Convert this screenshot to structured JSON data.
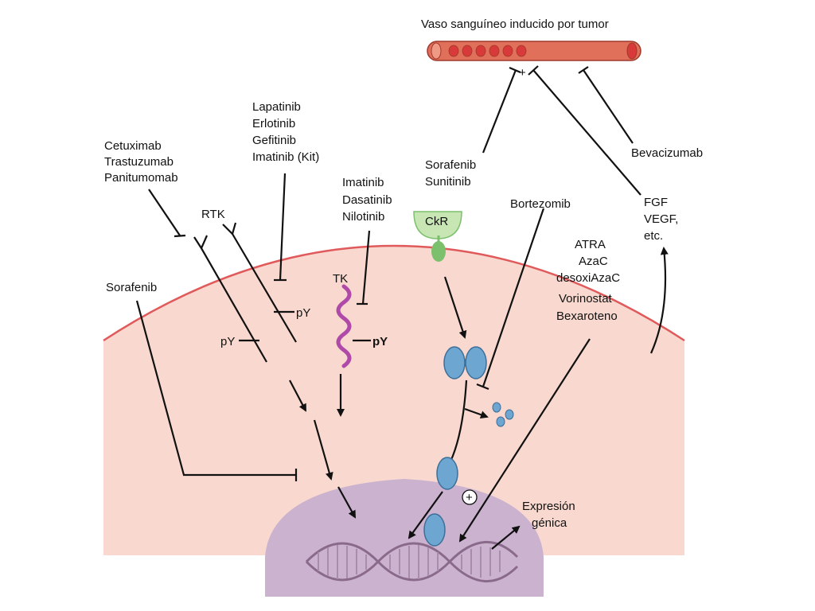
{
  "vessel": {
    "title": "Vaso sanguíneo inducido por tumor",
    "color": "#e0705a",
    "cell_color": "#d83a3a"
  },
  "colors": {
    "cytoplasm": "#f9d9cf",
    "membrane": "#e0595b",
    "nucleus": "#cbb2cf",
    "tk": "#b04aa8",
    "ckr_head": "#c8e6b4",
    "ckr_stem": "#7cc06d",
    "nfkb": "#6ea6d2",
    "dna": "#8a6a8a"
  },
  "labels": {
    "antibodies": [
      "Cetuximab",
      "Trastuzumab",
      "Panitumomab"
    ],
    "tki_egfr": [
      "Lapatinib",
      "Erlotinib",
      "Gefitinib",
      "Imatinib (Kit)"
    ],
    "tki_abl": [
      "Imatinib",
      "Dasatinib",
      "Nilotinib"
    ],
    "vessel_inhibitors": [
      "Sorafenib",
      "Sunitinib"
    ],
    "bevacizumab": "Bevacizumab",
    "growth_factors": [
      "FGF",
      "VEGF,",
      "etc."
    ],
    "bortezomib": "Bortezomib",
    "epigenetic": [
      "ATRA",
      "AzaC",
      "desoxiAzaC",
      "Vorinostat",
      "Bexaroteno"
    ],
    "sorafenib_left": "Sorafenib",
    "rtk": "RTK",
    "tk": "TK",
    "ckr": "CkR",
    "py_1": "pY",
    "py_2": "pY",
    "py_3": "pY",
    "plus_vessel": "+",
    "plus_circle": "+",
    "gene_expression": [
      "Expresión",
      "génica"
    ]
  }
}
